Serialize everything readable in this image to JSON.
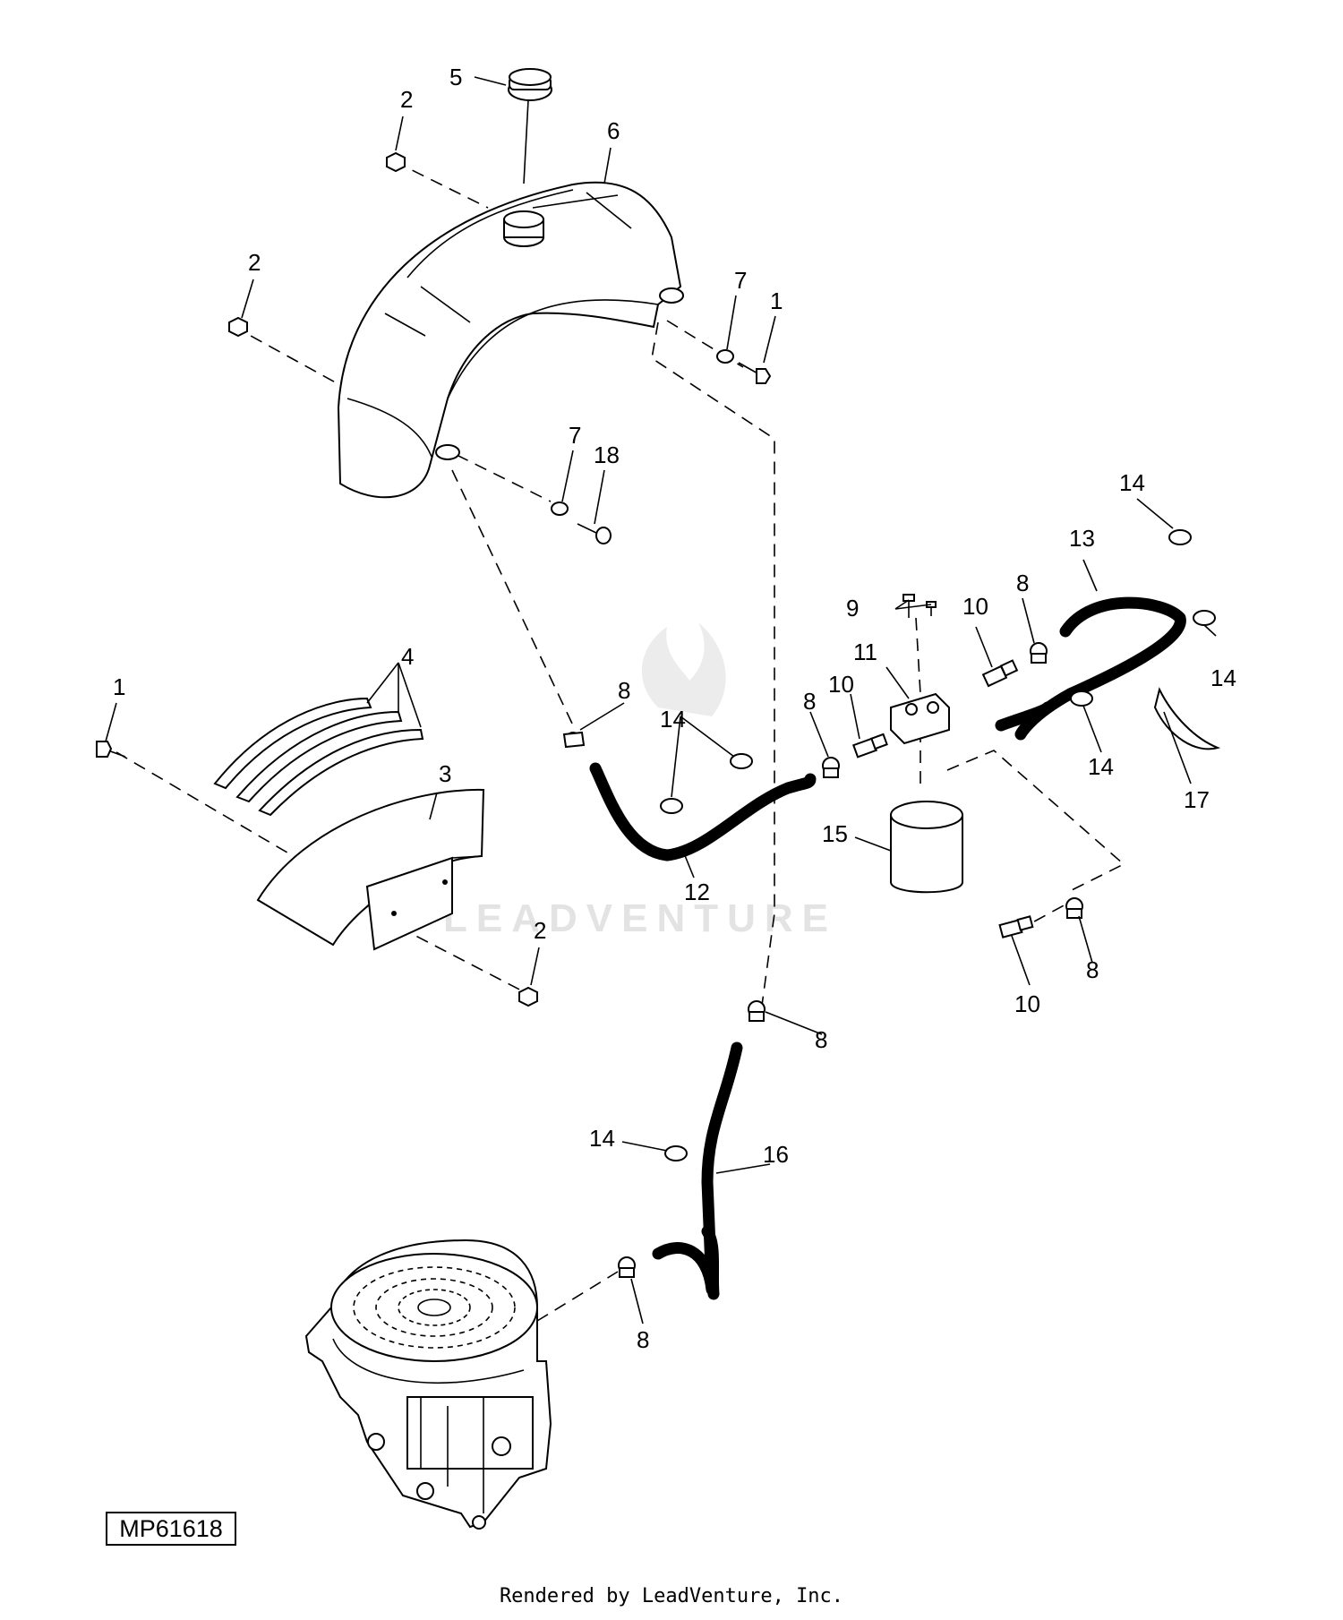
{
  "diagram": {
    "drawing_number": "MP61618",
    "watermark": "LEADVENTURE",
    "footer": "Rendered by LeadVenture, Inc.",
    "callouts": [
      {
        "id": "c-5",
        "text": "5"
      },
      {
        "id": "c-2a",
        "text": "2"
      },
      {
        "id": "c-6",
        "text": "6"
      },
      {
        "id": "c-2b",
        "text": "2"
      },
      {
        "id": "c-7a",
        "text": "7"
      },
      {
        "id": "c-1a",
        "text": "1"
      },
      {
        "id": "c-7b",
        "text": "7"
      },
      {
        "id": "c-18",
        "text": "18"
      },
      {
        "id": "c-14a",
        "text": "14"
      },
      {
        "id": "c-13",
        "text": "13"
      },
      {
        "id": "c-9",
        "text": "9"
      },
      {
        "id": "c-10a",
        "text": "10"
      },
      {
        "id": "c-8a",
        "text": "8"
      },
      {
        "id": "c-14b",
        "text": "14"
      },
      {
        "id": "c-11",
        "text": "11"
      },
      {
        "id": "c-4",
        "text": "4"
      },
      {
        "id": "c-1b",
        "text": "1"
      },
      {
        "id": "c-8b",
        "text": "8"
      },
      {
        "id": "c-14c",
        "text": "14"
      },
      {
        "id": "c-8c",
        "text": "8"
      },
      {
        "id": "c-10b",
        "text": "10"
      },
      {
        "id": "c-14d",
        "text": "14"
      },
      {
        "id": "c-17",
        "text": "17"
      },
      {
        "id": "c-3",
        "text": "3"
      },
      {
        "id": "c-15",
        "text": "15"
      },
      {
        "id": "c-12",
        "text": "12"
      },
      {
        "id": "c-2c",
        "text": "2"
      },
      {
        "id": "c-8d",
        "text": "8"
      },
      {
        "id": "c-10c",
        "text": "10"
      },
      {
        "id": "c-8e",
        "text": "8"
      },
      {
        "id": "c-14e",
        "text": "14"
      },
      {
        "id": "c-16",
        "text": "16"
      },
      {
        "id": "c-8f",
        "text": "8"
      }
    ]
  }
}
